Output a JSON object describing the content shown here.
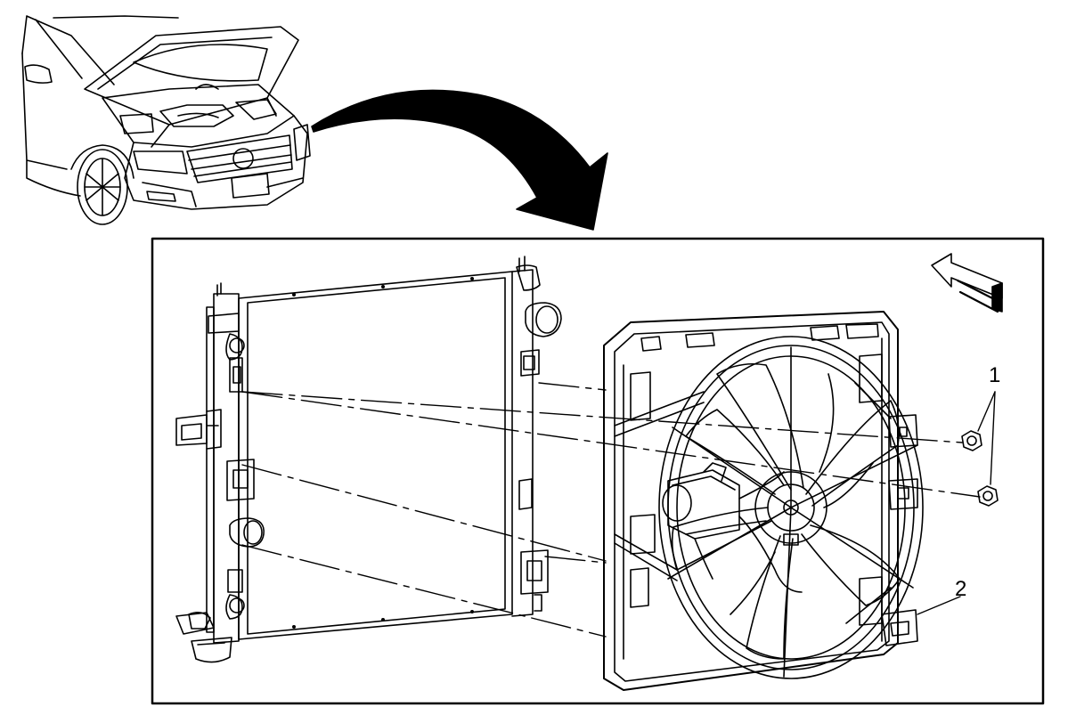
{
  "callouts": [
    {
      "id": "1",
      "label": "1",
      "part": "fan-shroud-bolts"
    },
    {
      "id": "2",
      "label": "2",
      "part": "cooling-fan-shroud-assembly"
    }
  ],
  "icons": {
    "vehicle": "car-with-open-hood-icon",
    "direction": "curved-arrow-icon",
    "orientation": "forward-direction-arrow-icon"
  },
  "colors": {
    "line": "#000000",
    "background": "#ffffff"
  }
}
